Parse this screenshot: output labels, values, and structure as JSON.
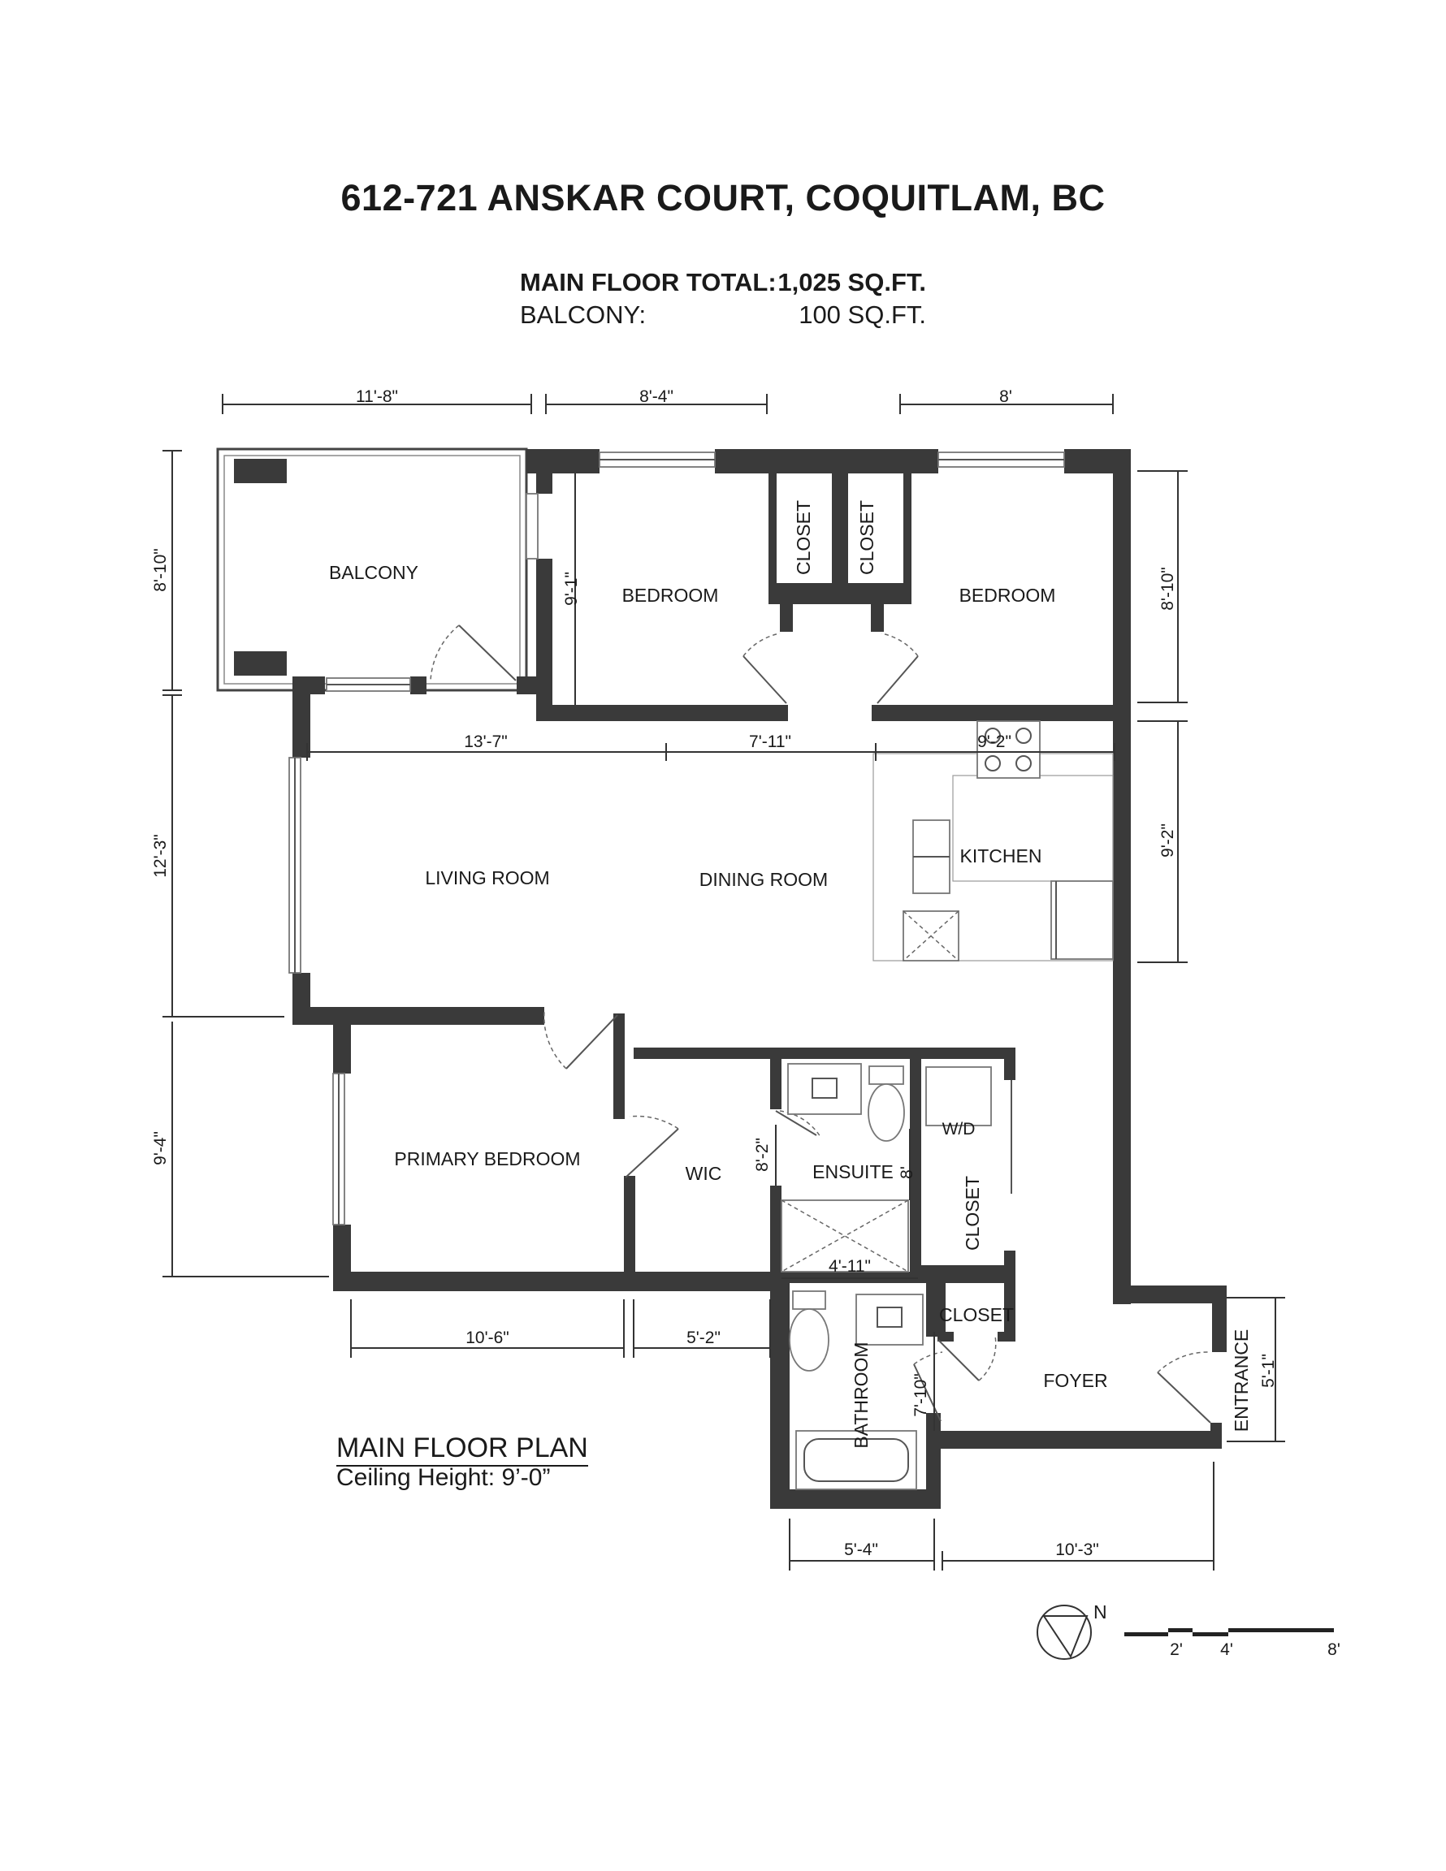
{
  "header": {
    "address": "612-721 ANSKAR COURT, COQUITLAM, BC",
    "main_floor_label": "MAIN FLOOR TOTAL:",
    "main_floor_value": "1,025 SQ.FT.",
    "balcony_label": "BALCONY:",
    "balcony_value": "100 SQ.FT."
  },
  "rooms": {
    "balcony": "BALCONY",
    "bedroom_1": "BEDROOM",
    "bedroom_2": "BEDROOM",
    "closet_1": "CLOSET",
    "closet_2": "CLOSET",
    "living_room": "LIVING ROOM",
    "dining_room": "DINING ROOM",
    "kitchen": "KITCHEN",
    "primary_bedroom": "PRIMARY BEDROOM",
    "wic": "WIC",
    "ensuite": "ENSUITE",
    "closet_3": "CLOSET",
    "closet_4": "CLOSET",
    "bathroom": "BATHROOM",
    "foyer": "FOYER",
    "entrance": "ENTRANCE",
    "washer_dryer": "W/D"
  },
  "dimensions": {
    "balcony_width": "11'-8\"",
    "bedroom1_width": "8'-4\"",
    "bedroom2_width": "8'",
    "balcony_depth": "8'-10\"",
    "bedroom1_depth": "9'-1\"",
    "bedroom2_depth": "8'-10\"",
    "living_width": "13'-7\"",
    "dining_width": "7'-11\"",
    "kitchen_width": "9'-2\"",
    "living_depth": "12'-3\"",
    "kitchen_depth": "9'-2\"",
    "primary_depth": "9'-4\"",
    "ensuite_depth": "8'-2\"",
    "ensuite_side": "8'",
    "ensuite_width": "4'-11\"",
    "primary_width": "10'-6\"",
    "wic_width": "5'-2\"",
    "bathroom_depth": "7'-10\"",
    "entrance_width": "5'-1\"",
    "bathroom_width": "5'-4\"",
    "foyer_width": "10'-3\""
  },
  "footer": {
    "plan_title": "MAIN FLOOR PLAN",
    "ceiling_height": "Ceiling Height: 9’-0”",
    "north_label": "N",
    "scale_labels": [
      "2'",
      "4'",
      "8'"
    ]
  }
}
